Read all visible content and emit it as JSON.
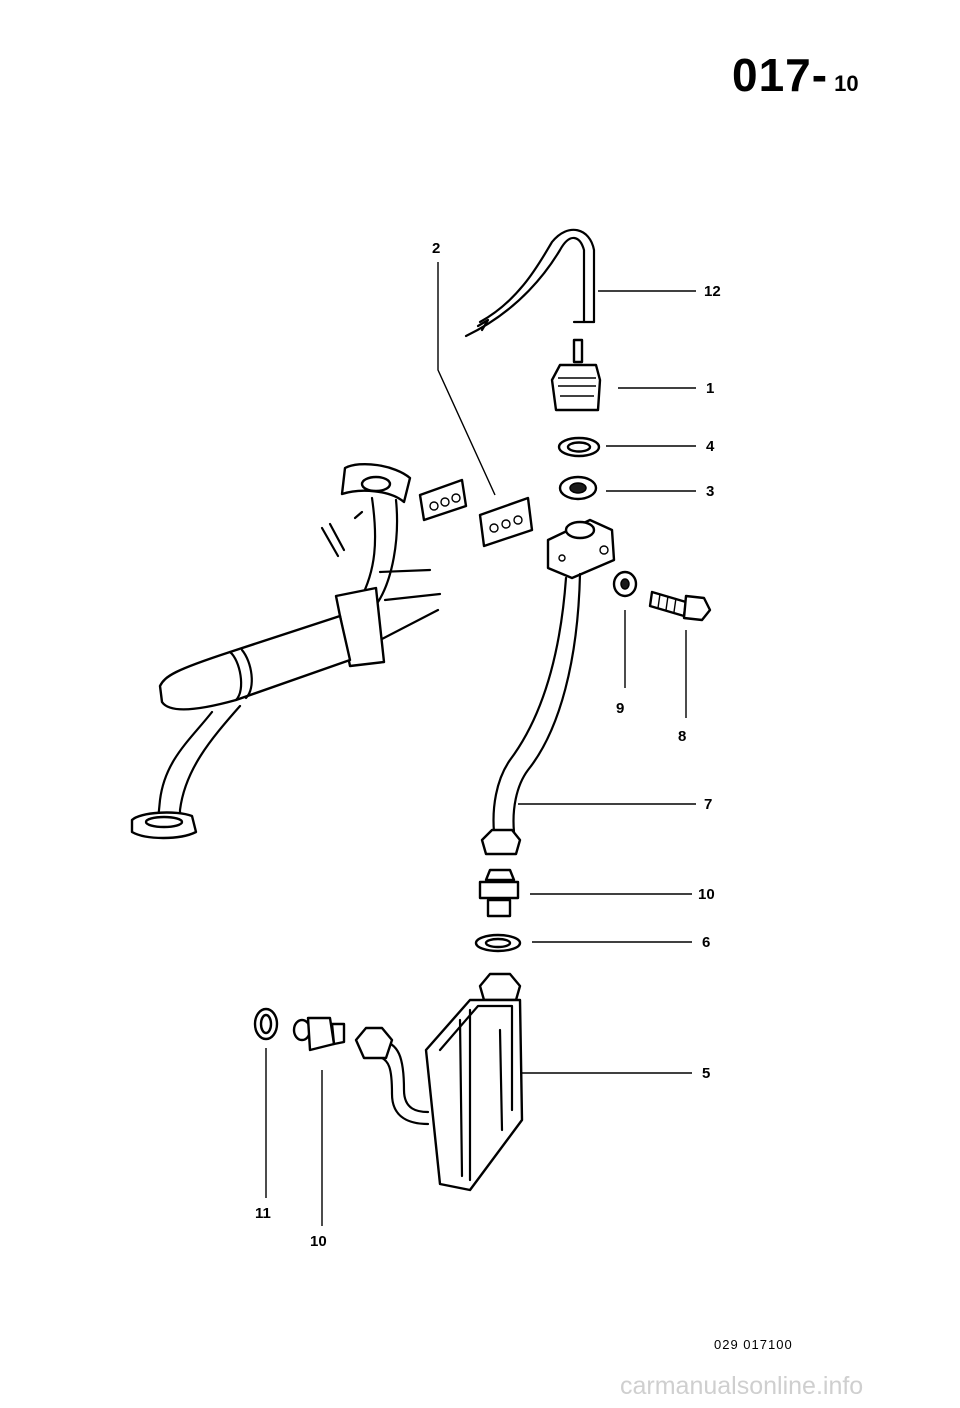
{
  "header": {
    "page_number": "017",
    "page_sub": "10"
  },
  "callouts": [
    "2",
    "12",
    "1",
    "4",
    "3",
    "9",
    "8",
    "7",
    "10",
    "6",
    "5",
    "11",
    "10"
  ],
  "footer": {
    "ref_code": "029 017100"
  },
  "watermark": "carmanualsonline.info"
}
